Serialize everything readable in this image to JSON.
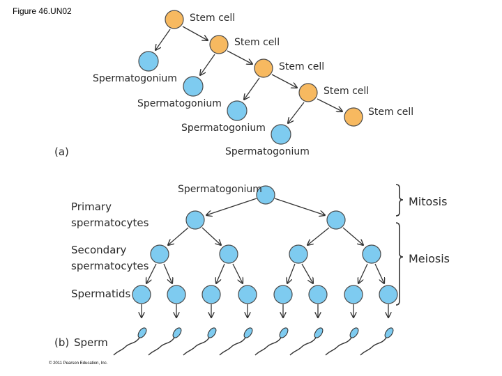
{
  "figure_title": "Figure 46.UN02",
  "copyright": "© 2011 Pearson Education, Inc.",
  "colors": {
    "stem_cell": "#f7b960",
    "germ_cell": "#7ecbf0"
  },
  "panel_a": {
    "label": "(a)",
    "stem_cell_labels": [
      "Stem cell",
      "Stem cell",
      "Stem cell",
      "Stem cell",
      "Stem cell"
    ],
    "spermatogonium_labels": [
      "Spermatogonium",
      "Spermatogonium",
      "Spermatogonium",
      "Spermatogonium"
    ]
  },
  "panel_b": {
    "label": "(b)",
    "top_label": "Spermatogonium",
    "rows": {
      "primary": [
        "Primary",
        "spermatocytes"
      ],
      "secondary": [
        "Secondary",
        "spermatocytes"
      ],
      "spermatids": "Spermatids",
      "sperm": "Sperm"
    },
    "phases": {
      "mitosis": "Mitosis",
      "meiosis": "Meiosis"
    }
  }
}
